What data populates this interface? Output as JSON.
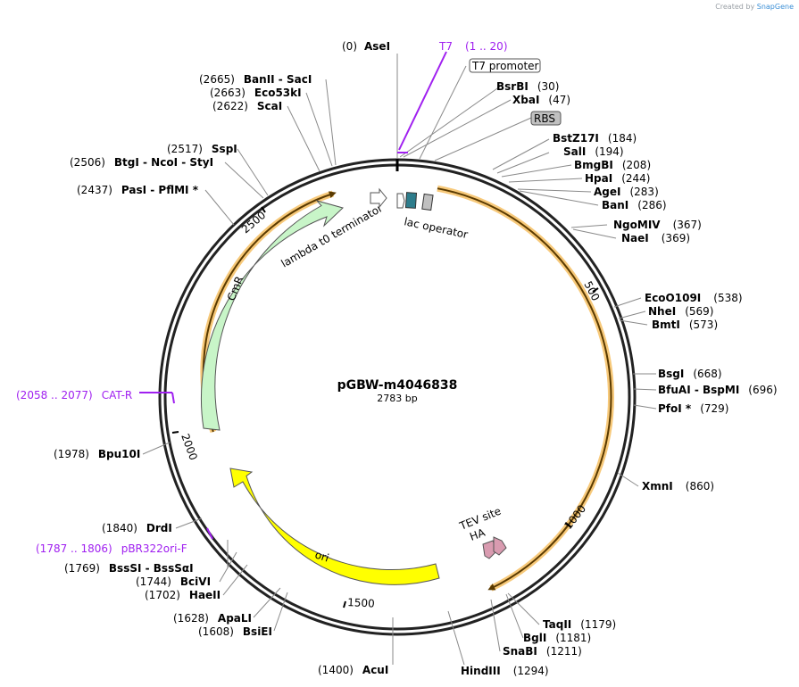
{
  "credit": {
    "prefix": "Created by",
    "brand": "SnapGene"
  },
  "plasmid": {
    "name": "pGBW-m4046838",
    "length_label": "2783 bp",
    "length": 2783
  },
  "ticks": [
    "500",
    "1000",
    "1500",
    "2000",
    "2500"
  ],
  "enzymes": [
    {
      "pos": "(0)",
      "name": "AseI"
    },
    {
      "pos": "(30)",
      "name": "BsrBI"
    },
    {
      "pos": "(47)",
      "name": "XbaI"
    },
    {
      "pos": "(184)",
      "name": "BstZ17I"
    },
    {
      "pos": "(194)",
      "name": "SalI"
    },
    {
      "pos": "(208)",
      "name": "BmgBI"
    },
    {
      "pos": "(244)",
      "name": "HpaI"
    },
    {
      "pos": "(283)",
      "name": "AgeI"
    },
    {
      "pos": "(286)",
      "name": "BanI"
    },
    {
      "pos": "(367)",
      "name": "NgoMIV"
    },
    {
      "pos": "(369)",
      "name": "NaeI"
    },
    {
      "pos": "(538)",
      "name": "EcoO109I"
    },
    {
      "pos": "(569)",
      "name": "NheI"
    },
    {
      "pos": "(573)",
      "name": "BmtI"
    },
    {
      "pos": "(668)",
      "name": "BsgI"
    },
    {
      "pos": "(696)",
      "name": "BfuAI  - BspMI"
    },
    {
      "pos": "(729)",
      "name": "PfoI *"
    },
    {
      "pos": "(860)",
      "name": "XmnI"
    },
    {
      "pos": "(1179)",
      "name": "TaqII"
    },
    {
      "pos": "(1181)",
      "name": "BglI"
    },
    {
      "pos": "(1211)",
      "name": "SnaBI"
    },
    {
      "pos": "(1294)",
      "name": "HindIII"
    },
    {
      "pos": "(1400)",
      "name": "AcuI"
    },
    {
      "pos": "(1608)",
      "name": "BsiEI"
    },
    {
      "pos": "(1628)",
      "name": "ApaLI"
    },
    {
      "pos": "(1702)",
      "name": "HaeII"
    },
    {
      "pos": "(1744)",
      "name": "BciVI"
    },
    {
      "pos": "(1769)",
      "name": "BssSI  - BssSαI"
    },
    {
      "pos": "(1840)",
      "name": "DrdI"
    },
    {
      "pos": "(1978)",
      "name": "Bpu10I"
    },
    {
      "pos": "(2437)",
      "name": "PasI  - PflMI *"
    },
    {
      "pos": "(2506)",
      "name": "BtgI  - NcoI  - StyI"
    },
    {
      "pos": "(2517)",
      "name": "SspI"
    },
    {
      "pos": "(2622)",
      "name": "ScaI"
    },
    {
      "pos": "(2663)",
      "name": "Eco53kI"
    },
    {
      "pos": "(2665)",
      "name": "BanII  - SacI"
    }
  ],
  "primers": [
    {
      "name": "T7",
      "range": "(1 .. 20)"
    },
    {
      "name": "CAT-R",
      "range": "(2058 .. 2077)"
    },
    {
      "name": "pBR322ori-F",
      "range": "(1787 .. 1806)"
    }
  ],
  "features": {
    "t7_promoter": "T7 promoter",
    "rbs": "RBS",
    "lac_operator": "lac operator",
    "lambda_t0": "lambda t0 terminator",
    "cmr": "CmR",
    "ori": "ori",
    "tev_site": "TEV site",
    "ha": "HA"
  },
  "colors": {
    "backbone": "#222222",
    "cds_highlight": "#f7c97a",
    "cmr_fill": "#c8f5c8",
    "ori_fill": "#ffff00",
    "primer": "#a020f0",
    "lac_operator_fill": "#2e7d8c",
    "rbs_fill": "#c0c0c0",
    "tag_fill": "#d99bb0"
  }
}
